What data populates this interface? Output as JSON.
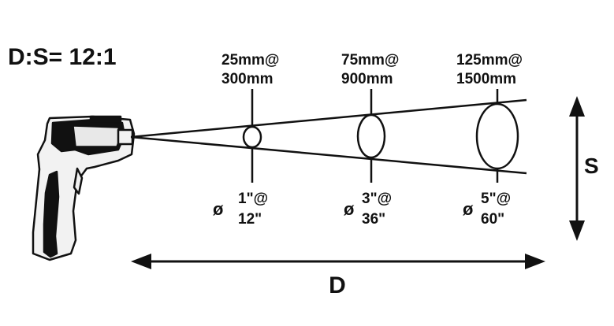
{
  "ratio_label": "D:S= 12:1",
  "metric_spots": [
    {
      "line1": "25mm@",
      "line2": "300mm"
    },
    {
      "line1": "75mm@",
      "line2": "900mm"
    },
    {
      "line1": "125mm@",
      "line2": "1500mm"
    }
  ],
  "imperial_spots": [
    {
      "diameter_symbol": "ø",
      "line1": "1\"@",
      "line2": "12\""
    },
    {
      "diameter_symbol": "ø",
      "line1": "3\"@",
      "line2": "36\""
    },
    {
      "diameter_symbol": "ø",
      "line1": "5\"@",
      "line2": "60\""
    }
  ],
  "distance_label": "D",
  "spot_label": "S",
  "colors": {
    "ink": "#111111",
    "background": "#ffffff"
  }
}
